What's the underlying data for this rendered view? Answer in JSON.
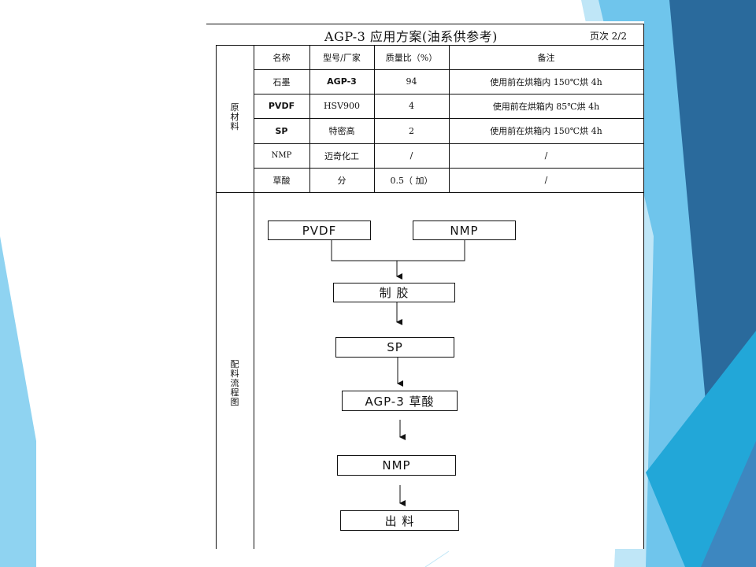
{
  "document": {
    "title": "AGP-3 应用方案(油系供参考)",
    "page_no": "页次 2/2",
    "section_raw_materials": "原材料",
    "section_flow": "配料流程图"
  },
  "table": {
    "headers": [
      "名称",
      "型号/厂家",
      "质量比（%）",
      "备注"
    ],
    "rows": [
      [
        "石墨",
        "AGP-3",
        "94",
        "使用前在烘箱内 150℃烘 4h"
      ],
      [
        "PVDF",
        "HSV900",
        "4",
        "使用前在烘箱内 85℃烘 4h"
      ],
      [
        "SP",
        "特密高",
        "2",
        "使用前在烘箱内 150℃烘 4h"
      ],
      [
        "NMP",
        "迈奇化工",
        "/",
        "/"
      ],
      [
        "草酸",
        "分",
        "0.5（  加）",
        "/"
      ]
    ]
  },
  "flow": {
    "pvdf": "PVDF",
    "nmp_top": "NMP",
    "glue": "制  胶",
    "sp": "SP",
    "agp_oxalic": "AGP-3 草酸",
    "nmp": "NMP",
    "output": "出  料"
  },
  "colors": {
    "light_blue": "#8fd3f1",
    "mid_blue": "#36a9de",
    "dark_blue": "#2a6a9c",
    "cyan": "#22a7d8"
  }
}
